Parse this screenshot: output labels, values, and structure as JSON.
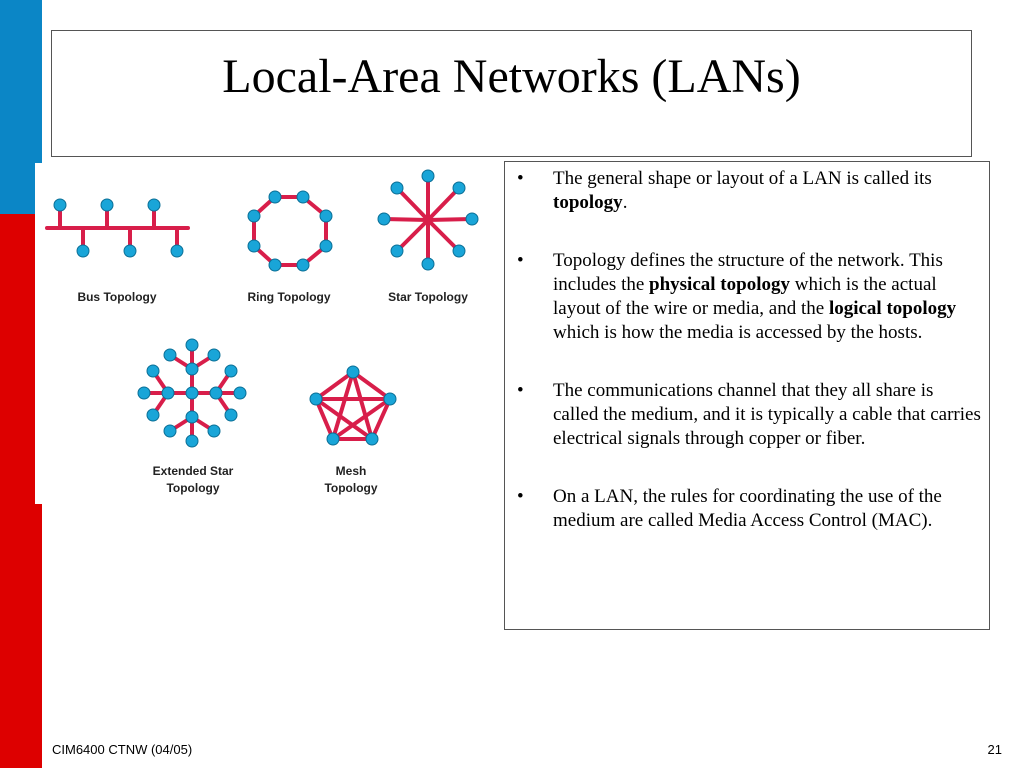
{
  "slide": {
    "title": "Local-Area Networks (LANs)",
    "footer_left": "CIM6400 CTNW (04/05)",
    "page_number": "21"
  },
  "diagram": {
    "bus_label": "Bus Topology",
    "ring_label": "Ring Topology",
    "star_label": "Star Topology",
    "extended_star_label_line1": "Extended Star",
    "extended_star_label_line2": "Topology",
    "mesh_label_line1": "Mesh",
    "mesh_label_line2": "Topology",
    "link_color": "#d81e4a",
    "node_color": "#19a5d8"
  },
  "bullets": [
    {
      "symbol": "•",
      "parts": [
        "The general shape or layout of a LAN is called its ",
        "topology",
        "."
      ]
    },
    {
      "symbol": "•",
      "parts": [
        "Topology defines the structure of the network. This includes the ",
        "physical topology",
        " which is the actual layout of the wire or media, and the ",
        "logical topology",
        " which is how the media is accessed by the hosts."
      ]
    },
    {
      "symbol": "•",
      "text": "The communications channel that they all share is called the medium, and it is typically a cable that carries electrical signals through copper or fiber."
    },
    {
      "symbol": "•",
      "text": "On a LAN, the rules for coordinating the use of the medium are called Media Access Control (MAC)."
    }
  ]
}
